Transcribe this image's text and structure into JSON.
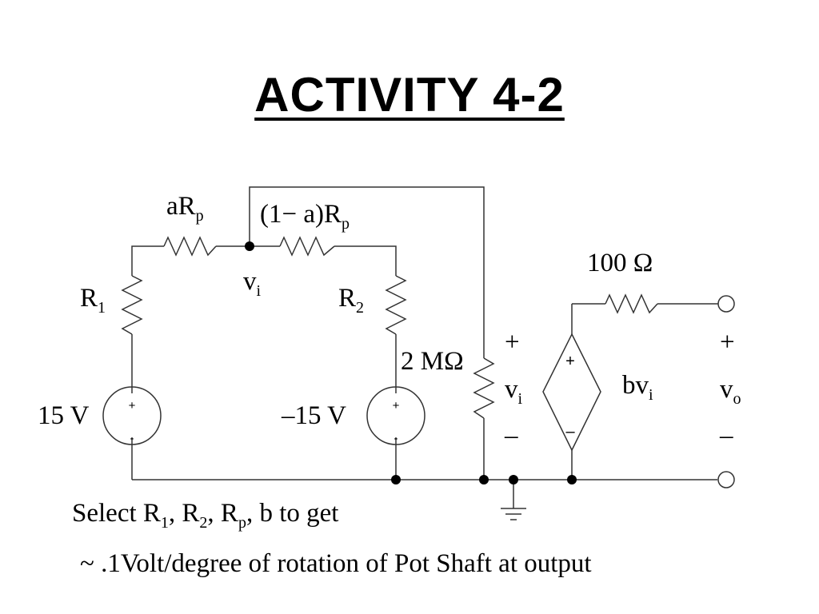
{
  "title": "ACTIVITY 4-2",
  "labels": {
    "aRp_main": "aR",
    "aRp_sub": "p",
    "oneMinusA_main": "(1− a)R",
    "oneMinusA_sub": "p",
    "r1_main": "R",
    "r1_sub": "1",
    "r2_main": "R",
    "r2_sub": "2",
    "vi_node_main": "v",
    "vi_node_sub": "i",
    "two_mohm": "2 MΩ",
    "hundred_ohm": "100 Ω",
    "v15": "15 V",
    "vminus15": "–15 V",
    "plus": "+",
    "minus": "–",
    "vi_main": "v",
    "vi_sub": "i",
    "bvi_main": "bv",
    "bvi_sub": "i",
    "vo_main": "v",
    "vo_sub": "o",
    "src_plus": "+",
    "src_minus": "-"
  },
  "caption": {
    "line1_a": "Select R",
    "line1_a_sub": "1",
    "line1_b": ", R",
    "line1_b_sub": "2",
    "line1_c": ", R",
    "line1_c_sub": "p",
    "line1_d": ", b to get",
    "line2": "~ .1Volt/degree of rotation of Pot Shaft at output"
  }
}
